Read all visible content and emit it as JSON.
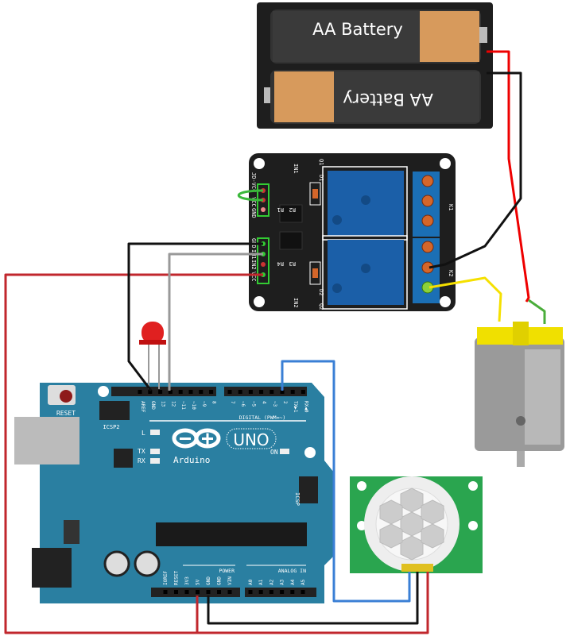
{
  "battery": {
    "top_label": "AA Battery",
    "bottom_label": "AA Battery"
  },
  "relay": {
    "labels_top_header": [
      "JD-VCC",
      "VCC",
      "GND"
    ],
    "labels_bottom_header": [
      "GND",
      "IN1",
      "IN2",
      "VCC"
    ],
    "components": [
      "IN1",
      "IN2",
      "R1",
      "R2",
      "R3",
      "R4",
      "D1",
      "D2",
      "Q1",
      "Q2",
      "K1",
      "K2"
    ]
  },
  "arduino": {
    "reset": "RESET",
    "icsp2": "ICSP2",
    "icsp": "ICSP",
    "logo_text": "Arduino",
    "model": "UNO",
    "digital_label": "DIGITAL (PWM=~)",
    "digital_pins": [
      "AREF",
      "GND",
      "13",
      "12",
      "~11",
      "~10",
      "~9",
      "8",
      "7",
      "~6",
      "~5",
      "4",
      "~3",
      "2",
      "TX▶1",
      "RX◀0"
    ],
    "leds": [
      "L",
      "TX",
      "RX",
      "ON"
    ],
    "power_label": "POWER",
    "power_pins": [
      "IOREF",
      "RESET",
      "3V3",
      "5V",
      "GND",
      "GND",
      "VIN"
    ],
    "analog_label": "ANALOG IN",
    "analog_pins": [
      "A0",
      "A1",
      "A2",
      "A3",
      "A4",
      "A5"
    ]
  },
  "colors": {
    "board": "#2a7fa1",
    "relay_board": "#1e1e1e",
    "relay": "#1b5fa8",
    "pir": "#2aa54f",
    "wire_red": "#c1272d",
    "wire_blue": "#3a7fd5",
    "wire_yellow": "#f5e000",
    "wire_green": "#4aad3a"
  }
}
